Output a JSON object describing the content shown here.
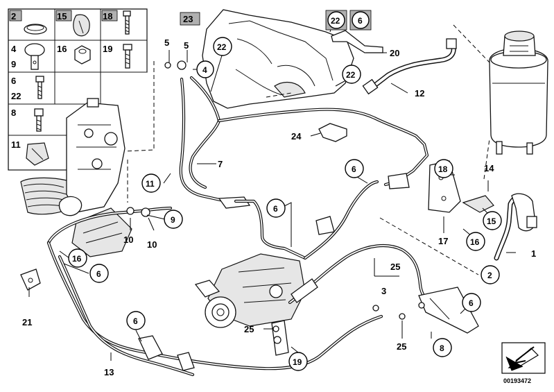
{
  "catalog_number": "00193472",
  "legend_labels": {
    "c1": "2",
    "c2": "15",
    "c3": "18",
    "c4a": "4",
    "c4b": "9",
    "c5": "16",
    "c6": "19",
    "c7a": "6",
    "c7b": "22",
    "c8": "8",
    "c9": "11"
  },
  "callouts": {
    "n23": "23",
    "n22a": "22",
    "n6a": "6",
    "n5a": "5",
    "n5b": "5",
    "n22b": "22",
    "n4": "4",
    "n20": "20",
    "n22c": "22",
    "n12": "12",
    "n24": "24",
    "n7": "7",
    "n11": "11",
    "n6b": "6",
    "n18": "18",
    "n14": "14",
    "n9": "9",
    "n10a": "10",
    "n10b": "10",
    "n6c": "6",
    "n15": "15",
    "n17": "17",
    "n16a": "16",
    "n1": "1",
    "n16b": "16",
    "n6d": "6",
    "n2": "2",
    "n25a": "25",
    "n3": "3",
    "n21": "21",
    "n6e": "6",
    "n25b": "25",
    "n25c": "25",
    "n8": "8",
    "n13": "13",
    "n19": "19"
  }
}
